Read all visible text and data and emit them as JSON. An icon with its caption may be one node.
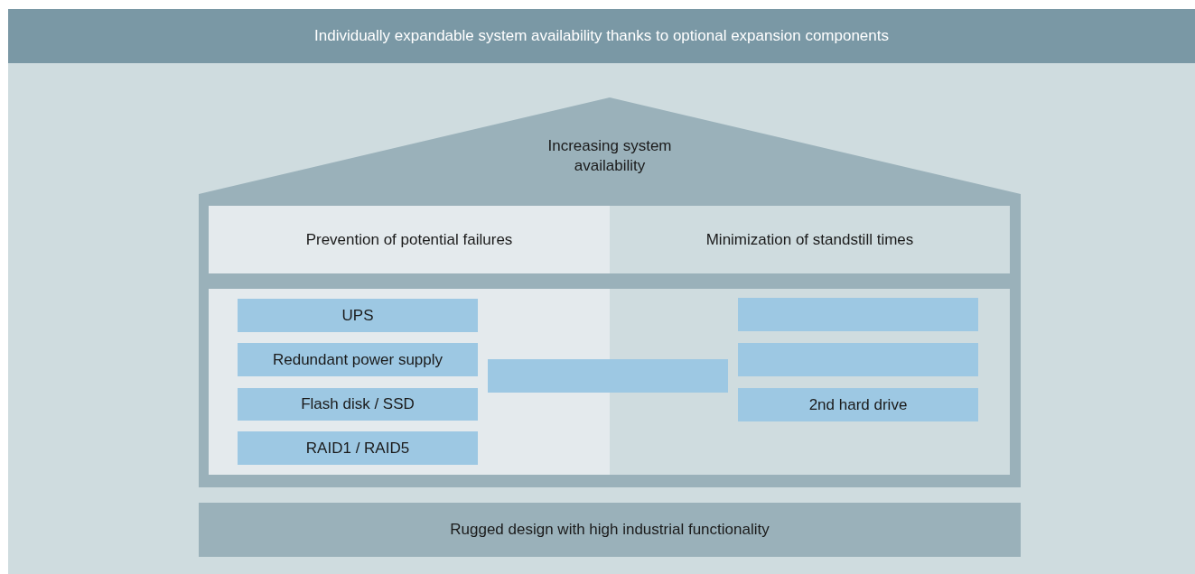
{
  "diagram": {
    "nodes": [
      {
        "text": [
          "Individually expandable system availability thanks to optional expansion components"
        ]
      },
      {
        "text": [
          "Increasing system availability"
        ]
      },
      {
        "text": [
          "Prevention of potential failures"
        ],
        "in": 1
      },
      {
        "text": [
          "Minimization of standstill times"
        ],
        "in": 1
      },
      {
        "text": [
          "UPS"
        ],
        "in": 1
      },
      {
        "text": [
          "Redundant power supply"
        ],
        "in": 1
      },
      {
        "text": [
          "Flash disk / SSD"
        ],
        "in": 1
      },
      {
        "text": [
          "RAID1 / RAID5"
        ],
        "in": 1
      },
      {
        "text": [],
        "shape": "box",
        "in": 1
      },
      {
        "text": [],
        "shape": "box",
        "in": 1
      },
      {
        "text": [],
        "shape": "box",
        "in": 1
      },
      {
        "text": [
          "2nd hard drive"
        ],
        "in": 1
      },
      {
        "text": [
          "Rugged design with high industrial functionality"
        ]
      }
    ]
  }
}
